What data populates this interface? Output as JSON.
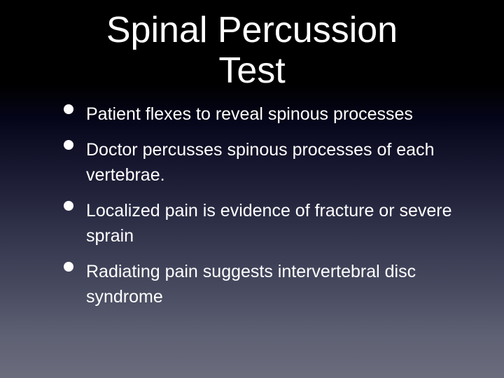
{
  "slide": {
    "title_line1": "Spinal Percussion",
    "title_line2": "Test",
    "bullets": [
      {
        "text": "Patient flexes to reveal spinous processes"
      },
      {
        "text": "Doctor percusses spinous processes of each vertebrae."
      },
      {
        "text": "Localized pain is evidence of fracture or severe sprain"
      },
      {
        "text": "Radiating pain suggests intervertebral disc syndrome"
      }
    ],
    "colors": {
      "background_top": "#000000",
      "background_bottom": "#6b6d7d",
      "text": "#ffffff"
    }
  }
}
